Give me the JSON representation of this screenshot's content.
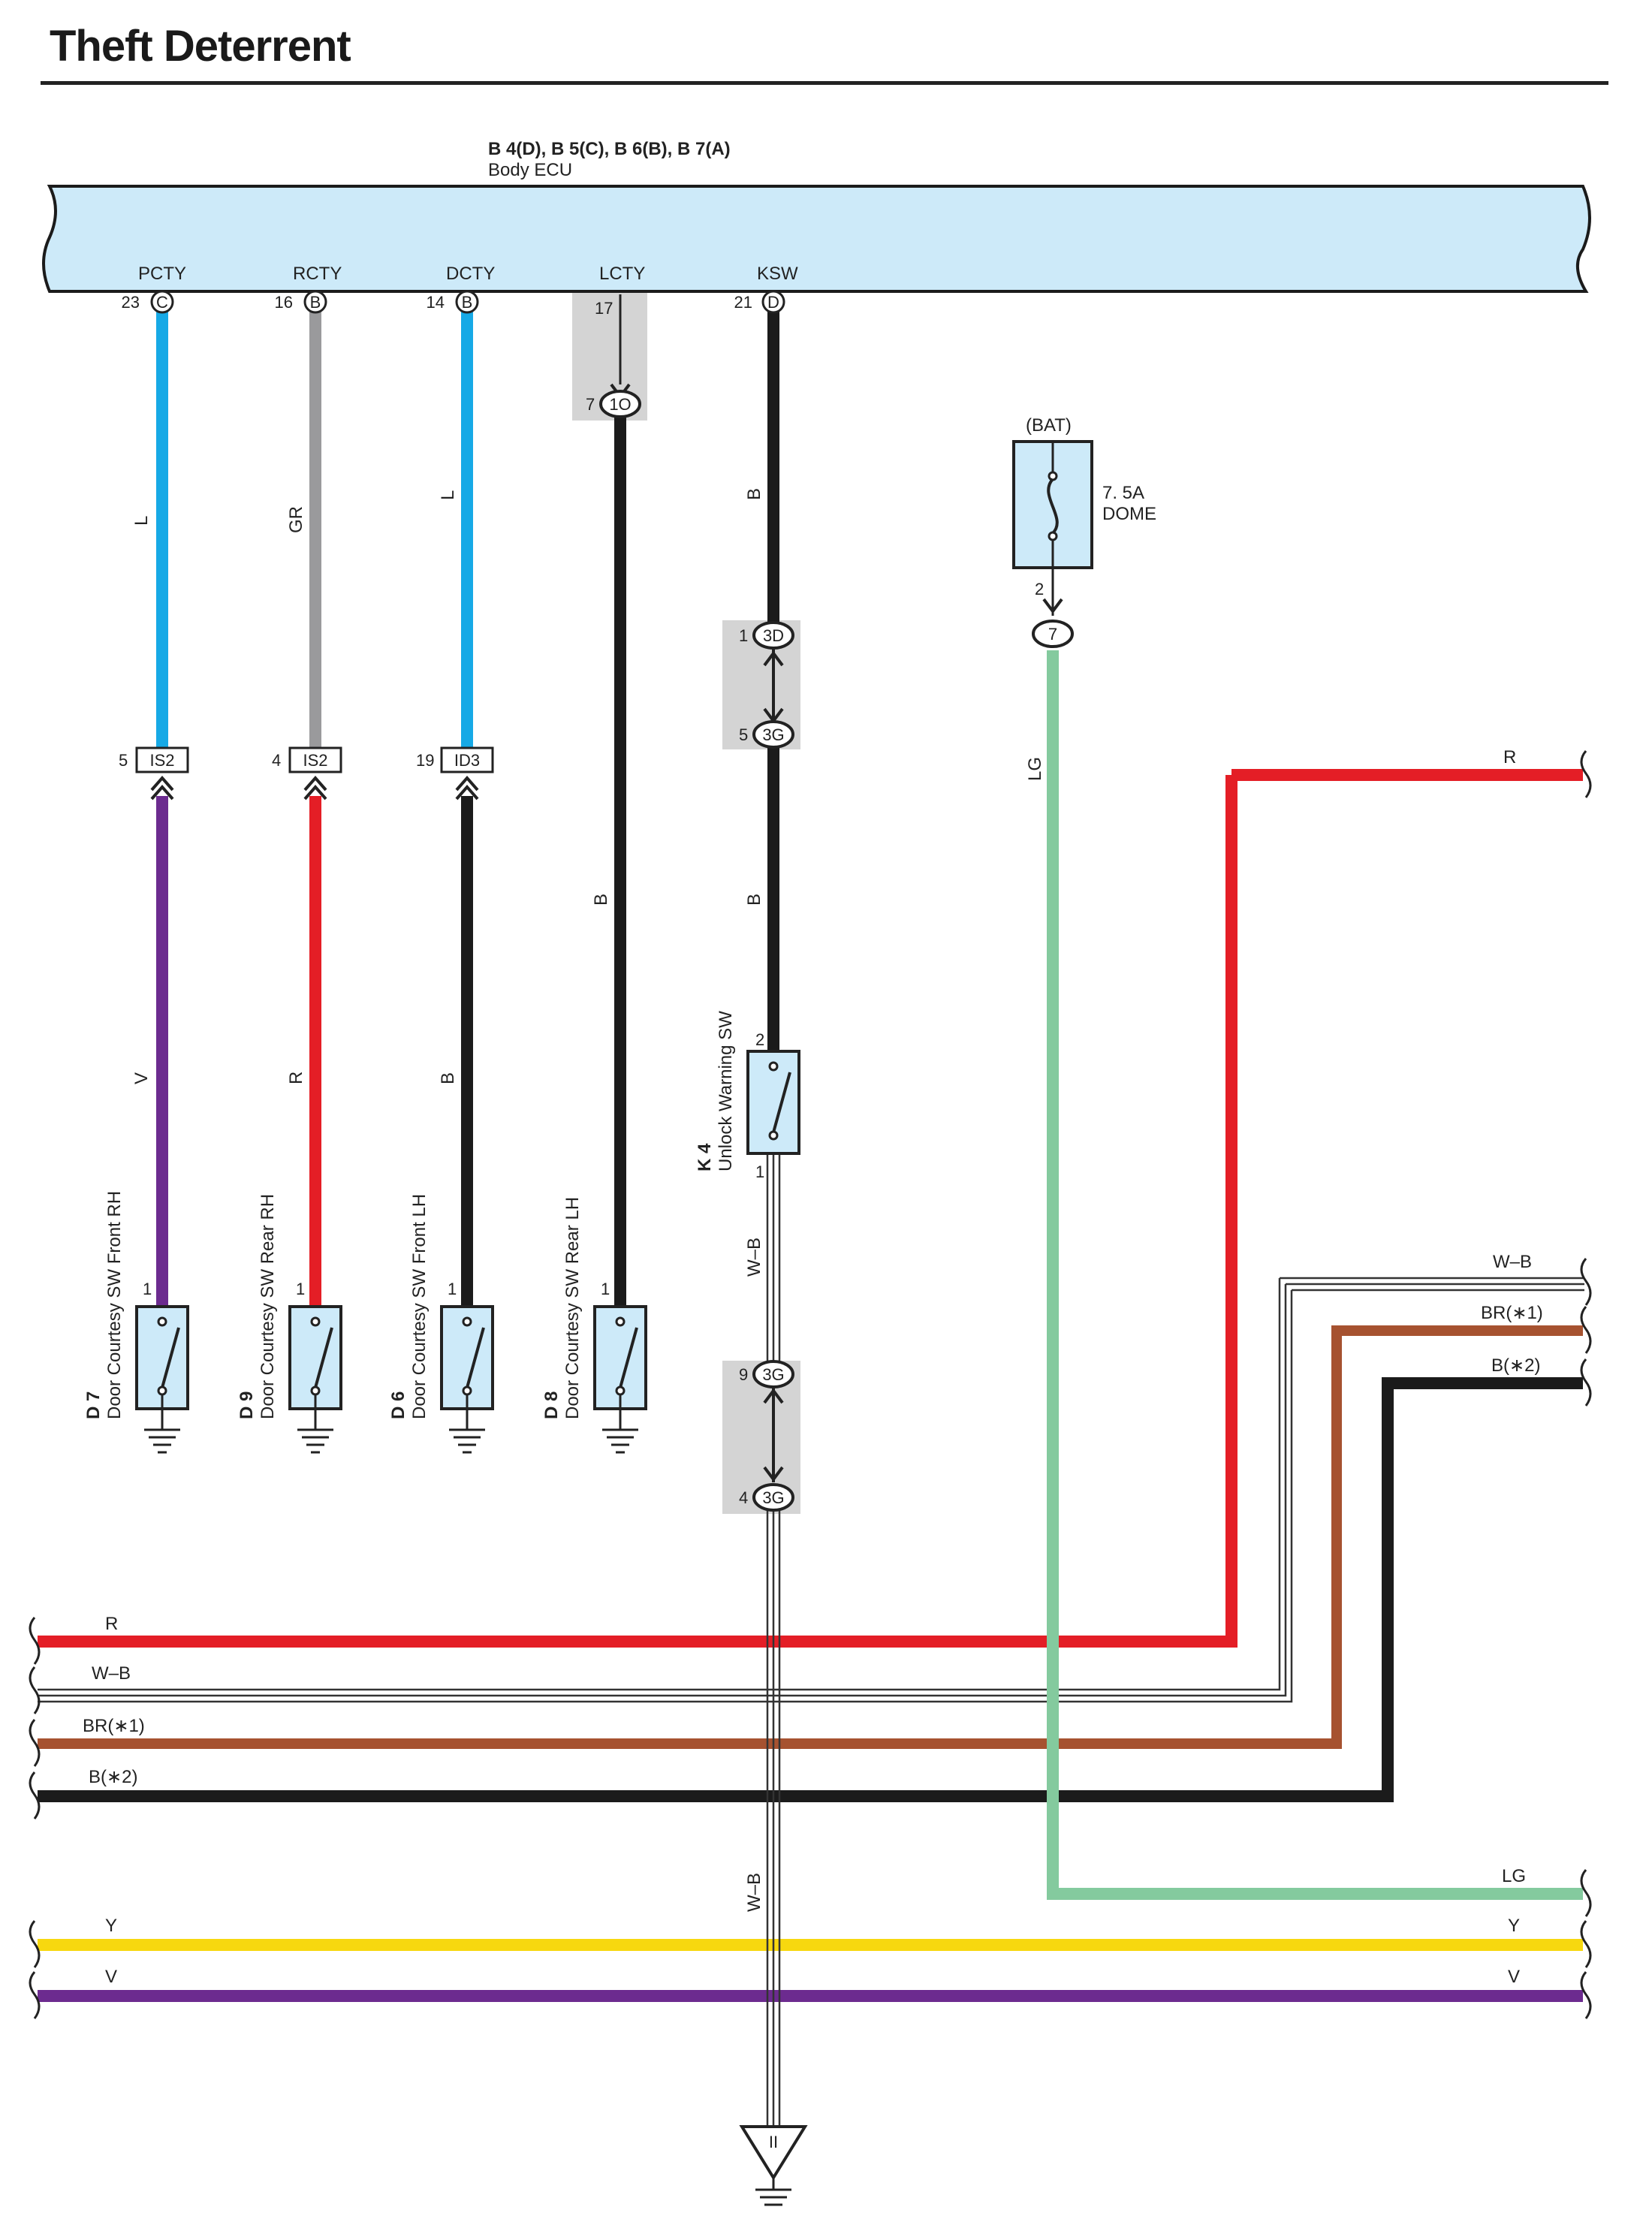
{
  "title": "Theft Deterrent",
  "ecu": {
    "connectors": "B 4(D), B 5(C), B 6(B), B 7(A)",
    "name": "Body ECU",
    "terminals": [
      {
        "name": "PCTY",
        "pin": "23",
        "conn": "C"
      },
      {
        "name": "RCTY",
        "pin": "16",
        "conn": "B"
      },
      {
        "name": "DCTY",
        "pin": "14",
        "conn": "B"
      },
      {
        "name": "LCTY",
        "pin": "17",
        "conn": ""
      },
      {
        "name": "KSW",
        "pin": "21",
        "conn": "D"
      }
    ]
  },
  "junctions": {
    "lcty_pin": "7",
    "lcty_conn": "1O",
    "ksw_top_pin": "1",
    "ksw_top_conn": "3D",
    "ksw_bot_pin": "5",
    "ksw_bot_conn": "3G",
    "k4_low_top_pin": "9",
    "k4_low_top_conn": "3G",
    "k4_low_bot_pin": "4",
    "k4_low_bot_conn": "3G",
    "is2a_pin": "5",
    "is2a": "IS2",
    "is2b_pin": "4",
    "is2b": "IS2",
    "id3_pin": "19",
    "id3": "ID3",
    "bat_pin": "2",
    "bat_conn": "7"
  },
  "wires": {
    "pcty_upper": "L",
    "rcty_upper": "GR",
    "dcty_upper": "L",
    "lcty": "B",
    "ksw_upper": "B",
    "ksw_mid": "B",
    "pcty_lower": "V",
    "rcty_lower": "R",
    "dcty_lower": "B",
    "k4_lower": "W–B",
    "ground_bus": "W–B",
    "lg": "LG"
  },
  "fuse": {
    "source": "(BAT)",
    "rating": "7. 5A",
    "name": "DOME"
  },
  "switches": [
    {
      "code": "D 7",
      "name": "Door Courtesy SW Front RH",
      "pin": "1"
    },
    {
      "code": "D 9",
      "name": "Door Courtesy SW Rear RH",
      "pin": "1"
    },
    {
      "code": "D 6",
      "name": "Door Courtesy SW Front LH",
      "pin": "1"
    },
    {
      "code": "D 8",
      "name": "Door Courtesy SW Rear LH",
      "pin": "1"
    }
  ],
  "k4": {
    "code": "K 4",
    "name": "Unlock Warning SW",
    "pin_top": "2",
    "pin_bottom": "1"
  },
  "right_labels": {
    "r": "R",
    "wb": "W–B",
    "br": "BR(∗1)",
    "b": "B(∗2)",
    "lg": "LG",
    "y": "Y",
    "v": "V"
  },
  "left_labels": {
    "r": "R",
    "wb": "W–B",
    "br": "BR(∗1)",
    "b": "B(∗2)",
    "y": "Y",
    "v": "V"
  },
  "ground_symbol": "II",
  "colors": {
    "ecu_fill": "#cdeaf9",
    "wire_L": "#16a9e6",
    "wire_GR": "#9a9a9c",
    "wire_B": "#1b1b1b",
    "wire_V": "#6c2b8f",
    "wire_R": "#e41e26",
    "wire_BR": "#a65230",
    "wire_LG": "#84ca9e",
    "wire_Y": "#f7d80f",
    "shade": "#d4d4d4"
  }
}
